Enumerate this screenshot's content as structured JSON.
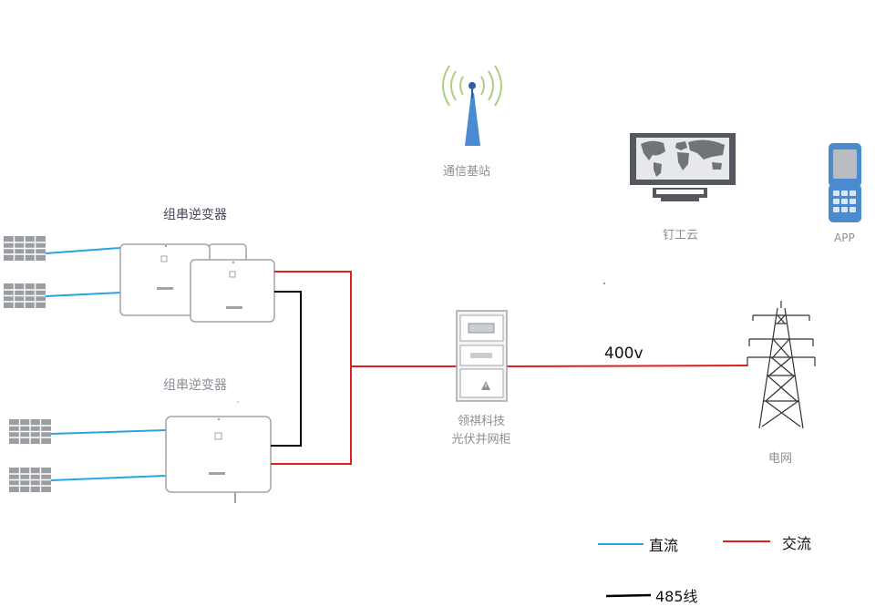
{
  "labels": {
    "inverter_top": "组串逆变器",
    "inverter_bottom": "组串逆变器",
    "base_station": "通信基站",
    "cloud": "钉工云",
    "app": "APP",
    "cabinet_line1": "领祺科技",
    "cabinet_line2": "光伏并网柜",
    "grid": "电网",
    "voltage": "400v"
  },
  "legend": [
    {
      "label": "直流",
      "color": "#2aa3e0"
    },
    {
      "label": "交流",
      "color": "#e02020"
    },
    {
      "label": "485线",
      "color": "#000000"
    }
  ],
  "colors": {
    "dc_line": "#2aa3e0",
    "ac_line": "#e02020",
    "rs485_line": "#000000",
    "device_outline": "#a0a4aa",
    "icon_blue": "#4a8ad0",
    "signal_green": "#a8d080"
  },
  "icons": [
    "solar-panel-icon",
    "inverter-icon",
    "antenna-icon",
    "monitor-world-map-icon",
    "phone-icon",
    "grid-cabinet-icon",
    "transmission-tower-icon"
  ]
}
